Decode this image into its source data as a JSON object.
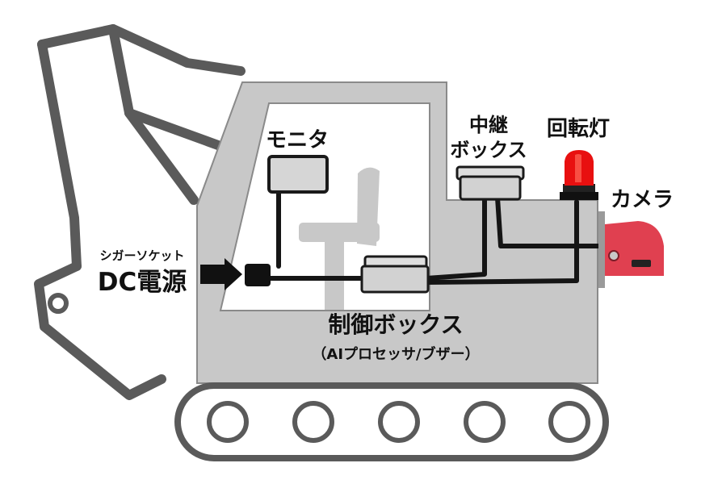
{
  "labels": {
    "monitor": "モニタ",
    "relay_box_line1": "中継",
    "relay_box_line2": "ボックス",
    "rotating_light": "回転灯",
    "camera": "カメラ",
    "cigar_socket": "シガーソケット",
    "dc_power": "DC電源",
    "control_box": "制御ボックス",
    "control_box_sub": "（AIプロセッサ/ブザー）"
  },
  "colors": {
    "machine_outline": "#5a5a5a",
    "body_fill": "#c8c8c8",
    "cable": "#151515",
    "camera": "#e04050",
    "light": "#e81010"
  }
}
